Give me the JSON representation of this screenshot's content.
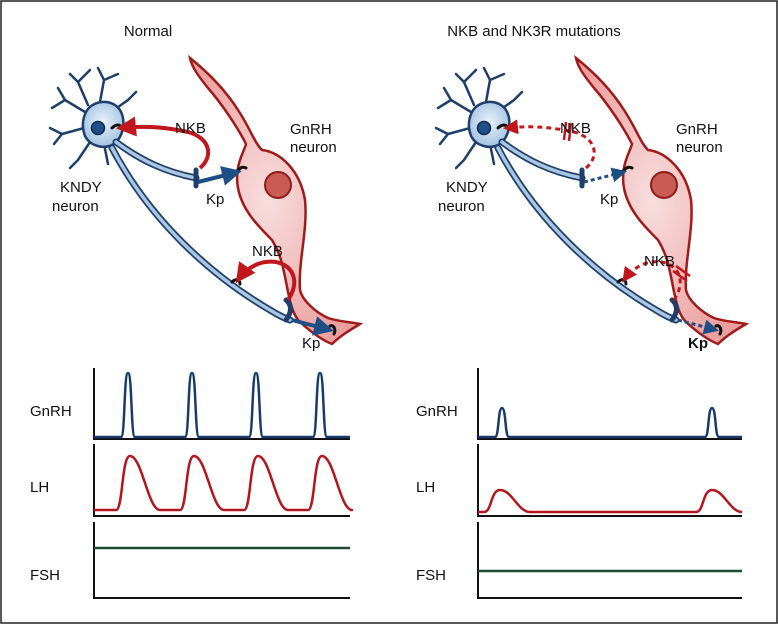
{
  "panels": {
    "normal": {
      "title": "Normal",
      "kndy_label": [
        "KNDY",
        "neuron"
      ],
      "gnrh_label": [
        "GnRH",
        "neuron"
      ],
      "nkb_top": "NKB",
      "kp_top": "Kp",
      "nkb_bottom": "NKB",
      "kp_bottom": "Kp"
    },
    "mutant": {
      "title": "NKB and NK3R mutations",
      "kndy_label": [
        "KNDY",
        "neuron"
      ],
      "gnrh_label": [
        "GnRH",
        "neuron"
      ],
      "nkb_top": "NKB",
      "kp_top": "Kp",
      "nkb_bottom": "NKB",
      "kp_bottom": "Kp"
    }
  },
  "traces": {
    "labels": {
      "gnrh": "GnRH",
      "lh": "LH",
      "fsh": "FSH"
    },
    "normal": {
      "gnrh_pulses": 4,
      "lh_pulses": 4,
      "fsh": "constant"
    },
    "mutant": {
      "gnrh_pulses": 2,
      "lh_pulses": 2,
      "fsh": "constant"
    }
  },
  "colors": {
    "neuron_blue": "#a9c6e3",
    "neuron_blue_edge": "#1f3f6b",
    "gnrh_fill": "#f0b3b3",
    "gnrh_edge": "#a01a1a",
    "nkb_red": "#c0161c",
    "kp_blue": "#1d4f86",
    "trace_blue": "#1b3a6b",
    "trace_red": "#b5141c",
    "trace_green": "#1f4a35"
  }
}
